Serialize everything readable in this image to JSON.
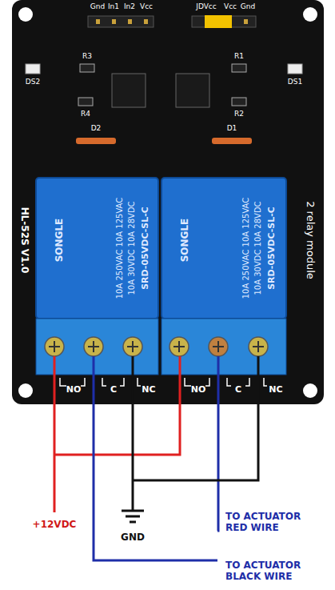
{
  "diagram": {
    "labels": [
      "Gnd",
      "In1",
      "In2",
      "Vcc",
      "JDVcc",
      "Vcc",
      "Gnd",
      "DS2",
      "R3",
      "R4",
      "R1",
      "R2",
      "DS1",
      "D2",
      "D1",
      "HL-52S V1.0",
      "2 relay module",
      "SONGLE",
      "10A 250VAC 10A 125VAC",
      "10A 30VDC 10A 28VDC",
      "SRD-05VDC-SL-C",
      "SONGLE",
      "10A 250VAC 10A 125VAC",
      "10A 30VDC 10A 28VDC",
      "SRD-05VDC-SL-C",
      "NO",
      "C",
      "NC",
      "NO",
      "C",
      "NC",
      "+12VDC",
      "GND",
      "TO ACTUATOR RED WIRE",
      "TO ACTUATOR BLACK WIRE"
    ]
  }
}
